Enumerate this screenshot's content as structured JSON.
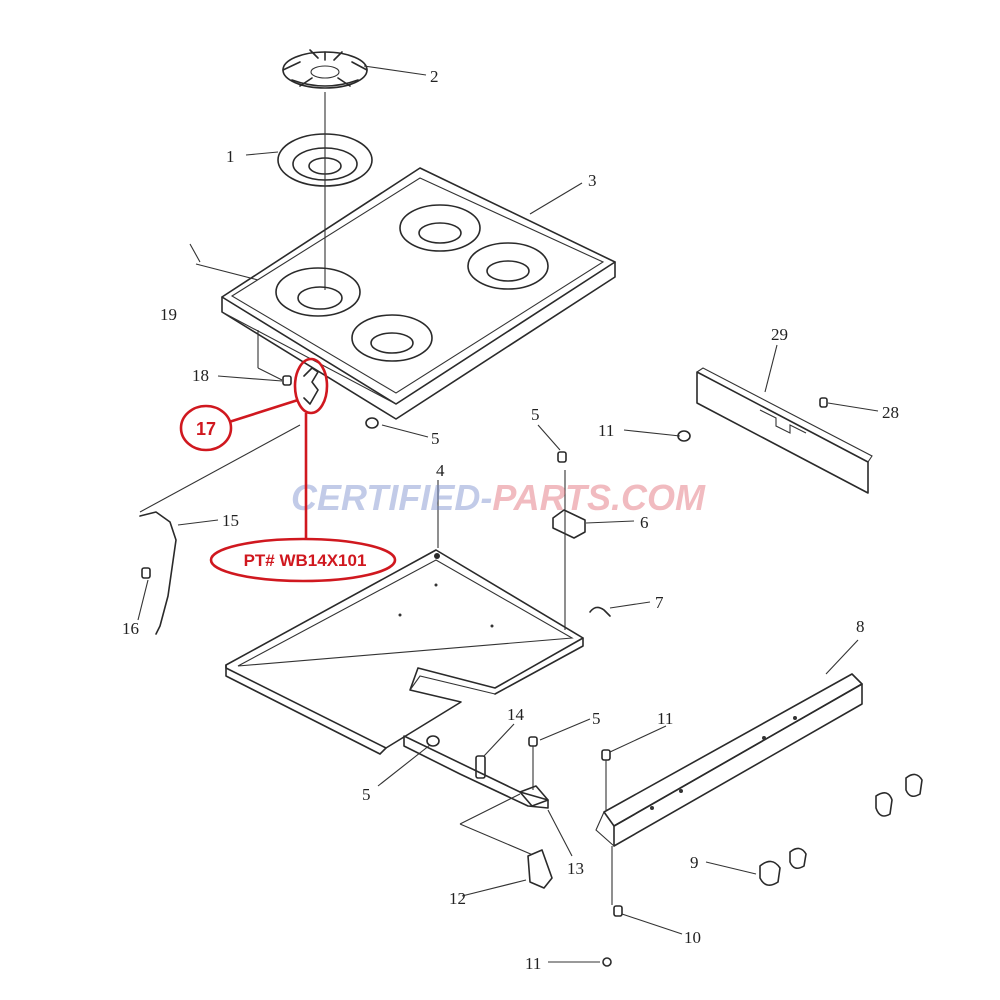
{
  "diagram": {
    "callouts": [
      {
        "id": "c1",
        "text": "1"
      },
      {
        "id": "c2",
        "text": "2"
      },
      {
        "id": "c3",
        "text": "3"
      },
      {
        "id": "c19",
        "text": "19"
      },
      {
        "id": "c18",
        "text": "18"
      },
      {
        "id": "c5a",
        "text": "5"
      },
      {
        "id": "c5b",
        "text": "5"
      },
      {
        "id": "c11a",
        "text": "11"
      },
      {
        "id": "c29",
        "text": "29"
      },
      {
        "id": "c28",
        "text": "28"
      },
      {
        "id": "c4",
        "text": "4"
      },
      {
        "id": "c6",
        "text": "6"
      },
      {
        "id": "c15",
        "text": "15"
      },
      {
        "id": "c16",
        "text": "16"
      },
      {
        "id": "c7",
        "text": "7"
      },
      {
        "id": "c8",
        "text": "8"
      },
      {
        "id": "c14",
        "text": "14"
      },
      {
        "id": "c5c",
        "text": "5"
      },
      {
        "id": "c11b",
        "text": "11"
      },
      {
        "id": "c5d",
        "text": "5"
      },
      {
        "id": "c13",
        "text": "13"
      },
      {
        "id": "c12",
        "text": "12"
      },
      {
        "id": "c9",
        "text": "9"
      },
      {
        "id": "c10",
        "text": "10"
      },
      {
        "id": "c11c",
        "text": "11"
      }
    ],
    "highlight": {
      "item_number": "17",
      "part_number": "PT# WB14X101"
    },
    "watermark": {
      "part1": "CERTIFIED-",
      "part2": "PARTS.COM",
      "color1": "#6f86c9",
      "color2": "#e0606a"
    },
    "accent_color": "#d0181f"
  }
}
